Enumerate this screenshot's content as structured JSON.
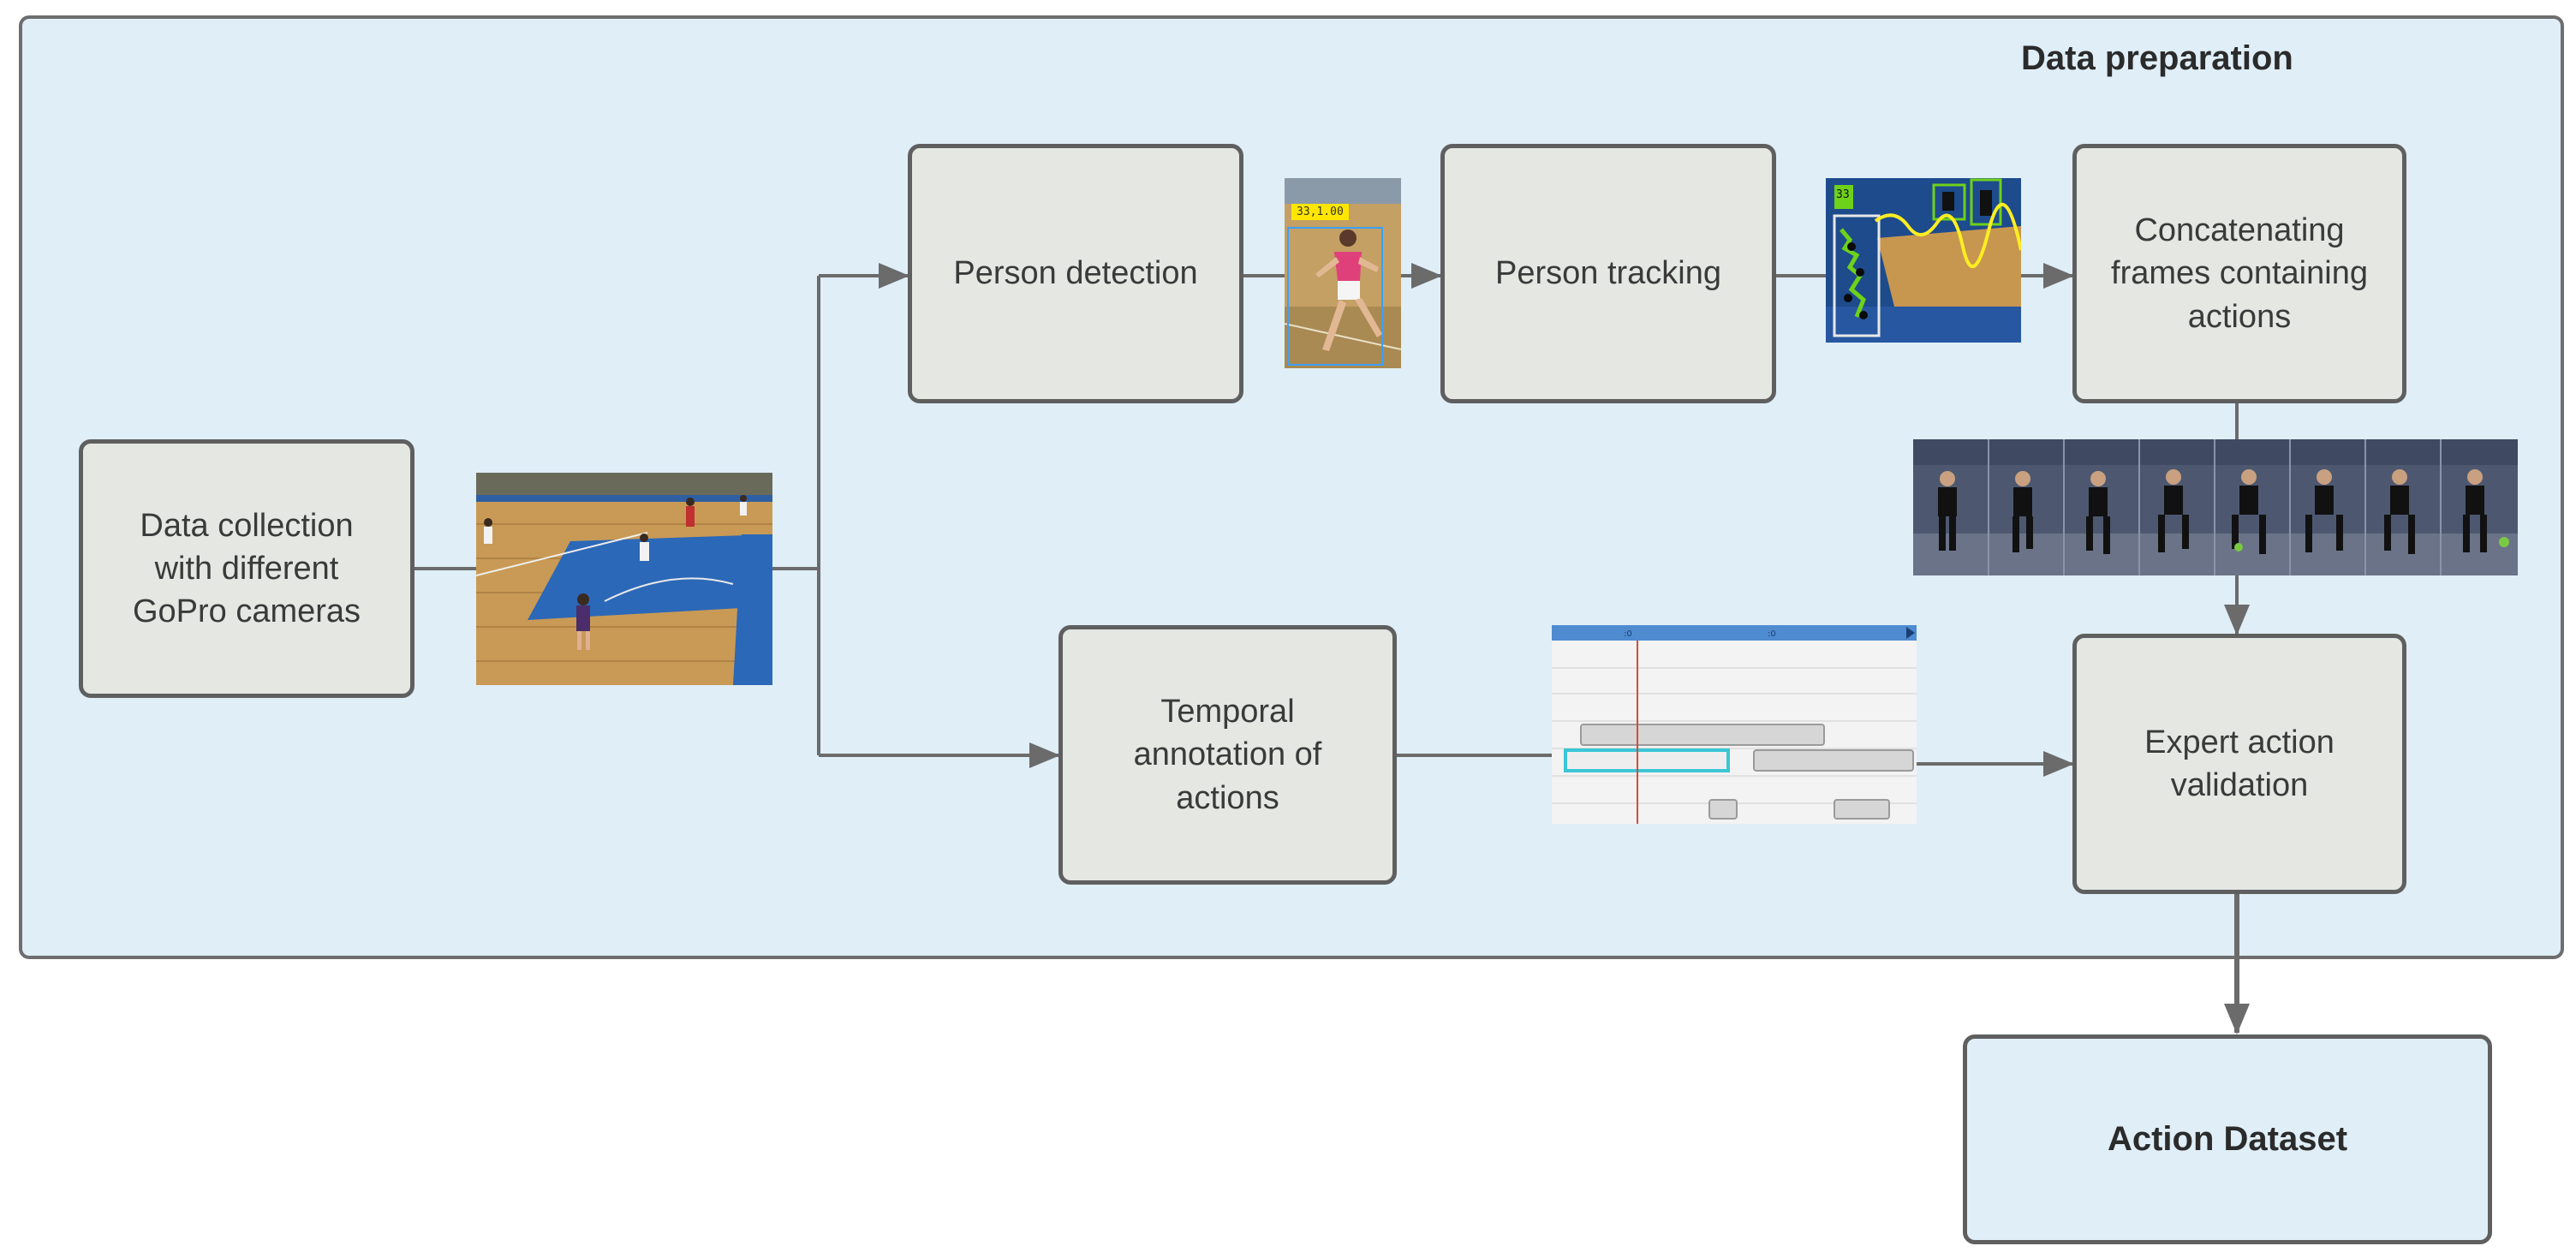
{
  "group": {
    "title": "Data preparation"
  },
  "nodes": {
    "data_collection": "Data collection\nwith different\nGoPro cameras",
    "person_detection": "Person detection",
    "person_tracking": "Person tracking",
    "concatenating": "Concatenating\nframes containing\nactions",
    "temporal_annotation": "Temporal\nannotation of\nactions",
    "expert_validation": "Expert action\nvalidation",
    "action_dataset": "Action Dataset"
  },
  "images": {
    "detection_label": "33,1.00",
    "tracking_label": "33"
  },
  "colors": {
    "panel": "#dfeef7",
    "node_fill": "#e4e7e2",
    "border": "#5f5f5f",
    "arrow": "#6b6b6b"
  }
}
